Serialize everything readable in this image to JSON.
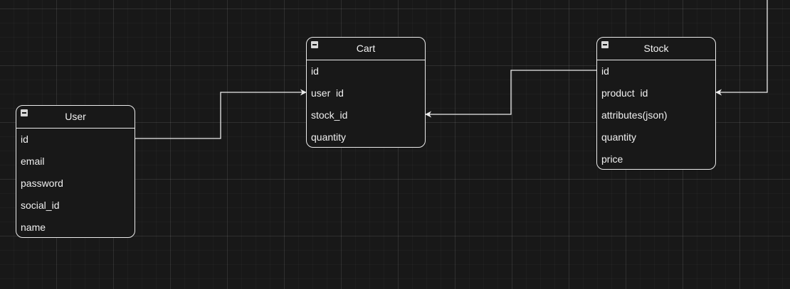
{
  "diagram": {
    "tables": [
      {
        "id": "user",
        "title": "User",
        "fields": [
          "id",
          "email",
          "password",
          "social_id",
          "name"
        ]
      },
      {
        "id": "cart",
        "title": "Cart",
        "fields": [
          "id",
          "user  id",
          "stock_id",
          "quantity"
        ]
      },
      {
        "id": "stock",
        "title": "Stock",
        "fields": [
          "id",
          "product  id",
          "attributes(json)",
          "quantity",
          "price"
        ]
      }
    ],
    "relations": [
      {
        "from": "User.id",
        "to": "Cart.user_id"
      },
      {
        "from": "Stock.id",
        "to": "Cart.stock_id"
      },
      {
        "from": "(off-canvas)",
        "to": "Stock.product_id"
      }
    ],
    "colors": {
      "background": "#181818",
      "line": "#ececec",
      "text": "#f0f0f0"
    }
  }
}
